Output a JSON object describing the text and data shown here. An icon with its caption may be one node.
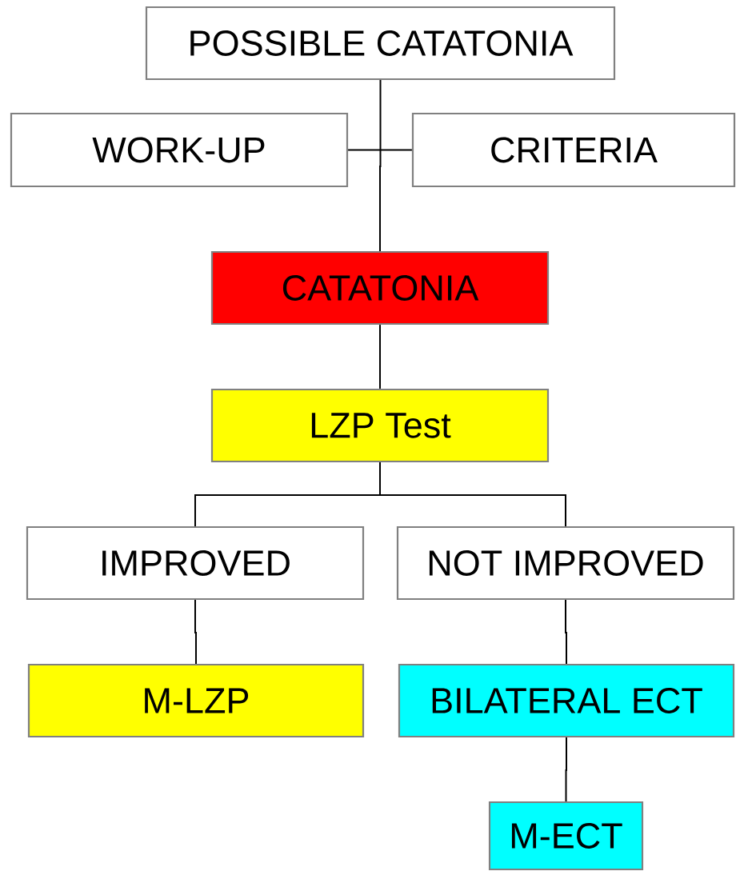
{
  "diagram": {
    "nodes": [
      {
        "text": [
          "POSSIBLE CATATONIA"
        ]
      },
      {
        "text": [
          "WORK-UP"
        ]
      },
      {
        "text": [
          "CRITERIA"
        ]
      },
      {
        "text": [
          "CATATONIA"
        ]
      },
      {
        "text": [
          "LZP Test"
        ]
      },
      {
        "text": [
          "IMPROVED"
        ]
      },
      {
        "text": [
          "NOT IMPROVED"
        ]
      },
      {
        "text": [
          "M-LZP"
        ]
      },
      {
        "text": [
          "BILATERAL ECT"
        ]
      },
      {
        "text": [
          "M-ECT"
        ]
      }
    ],
    "edges": [
      {
        "from": 0,
        "to": 3,
        "arrow": "none"
      },
      {
        "from": 1,
        "to": 2,
        "arrow": "none"
      },
      {
        "from": 3,
        "to": 4,
        "arrow": "none"
      },
      {
        "from": 4,
        "to": 5,
        "arrow": "none"
      },
      {
        "from": 4,
        "to": 6,
        "arrow": "none"
      },
      {
        "from": 5,
        "to": 7,
        "arrow": "none"
      },
      {
        "from": 6,
        "to": 8,
        "arrow": "none"
      },
      {
        "from": 8,
        "to": 9,
        "arrow": "none"
      }
    ]
  }
}
